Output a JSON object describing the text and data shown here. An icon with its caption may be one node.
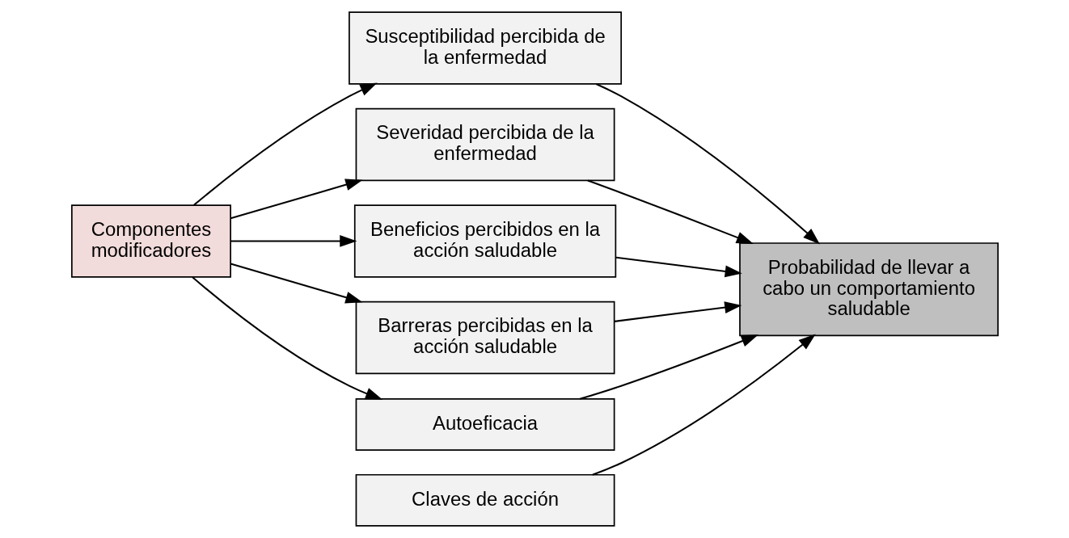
{
  "diagram": {
    "nodes": [
      {
        "text": [
          "Componentes modificadores"
        ]
      },
      {
        "text": [
          "Susceptibilidad percibida de la enfermedad"
        ]
      },
      {
        "text": [
          "Severidad percibida de la enfermedad"
        ]
      },
      {
        "text": [
          "Beneficios percibidos en la acción saludable"
        ]
      },
      {
        "text": [
          "Barreras percibidas en la acción saludable"
        ]
      },
      {
        "text": [
          "Autoeficacia"
        ]
      },
      {
        "text": [
          "Claves de acción"
        ]
      },
      {
        "text": [
          "Probabilidad de llevar a cabo un comportamiento saludable"
        ]
      }
    ],
    "edges": [
      {
        "from": 0,
        "to": 1,
        "arrow": "to"
      },
      {
        "from": 0,
        "to": 2,
        "arrow": "to"
      },
      {
        "from": 0,
        "to": 3,
        "arrow": "to"
      },
      {
        "from": 0,
        "to": 4,
        "arrow": "to"
      },
      {
        "from": 0,
        "to": 5,
        "arrow": "to"
      },
      {
        "from": 1,
        "to": 7,
        "arrow": "to"
      },
      {
        "from": 2,
        "to": 7,
        "arrow": "to"
      },
      {
        "from": 3,
        "to": 7,
        "arrow": "to"
      },
      {
        "from": 4,
        "to": 7,
        "arrow": "to"
      },
      {
        "from": 5,
        "to": 7,
        "arrow": "to"
      },
      {
        "from": 6,
        "to": 7,
        "arrow": "to"
      }
    ]
  }
}
